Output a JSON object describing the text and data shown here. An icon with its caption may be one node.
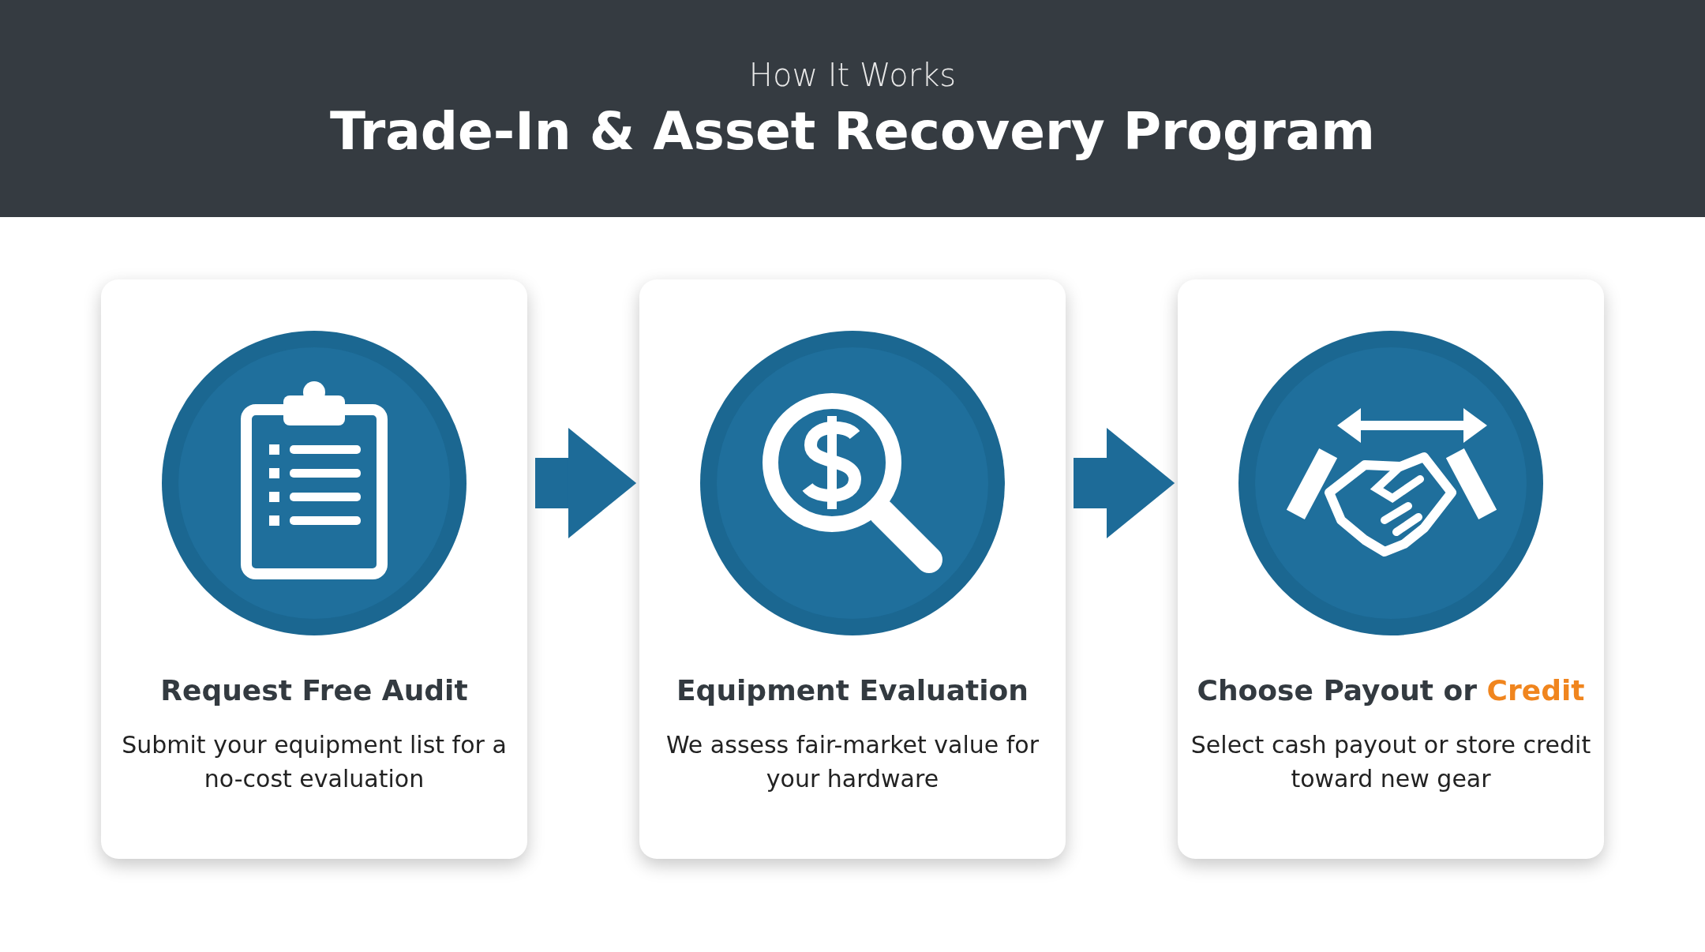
{
  "diagram": {
    "title": "Trade-In & Asset Recovery Program",
    "nodes": [
      {
        "text": [
          "Request Free Audit",
          "Submit your equipment list for a no-cost evaluation"
        ]
      },
      {
        "text": [
          "Equipment Evaluation",
          "We assess fair-market value for your hardware"
        ]
      },
      {
        "text": [
          "Choose Payout or *Credit*",
          "Select cash payout or store credit toward new gear"
        ]
      }
    ],
    "edges": [
      {
        "from": 0,
        "to": 1,
        "arrow": "to"
      },
      {
        "from": 1,
        "to": 2,
        "arrow": "to"
      }
    ],
    "labels": [
      "How It Works"
    ]
  }
}
